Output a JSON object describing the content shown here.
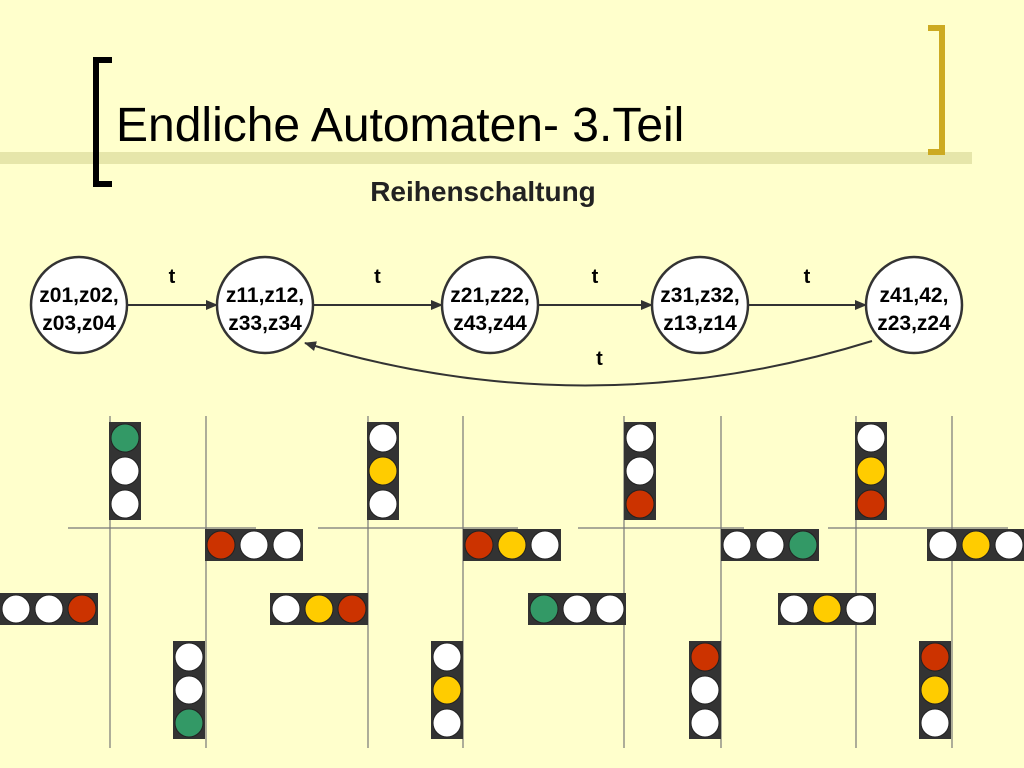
{
  "slide": {
    "title": "Endliche Automaten- 3.Teil",
    "subtitle": "Reihenschaltung"
  },
  "automaton": {
    "states": [
      {
        "id": "s0",
        "line1": "z01,z02,",
        "line2": "z03,z04"
      },
      {
        "id": "s1",
        "line1": "z11,z12,",
        "line2": "z33,z34"
      },
      {
        "id": "s2",
        "line1": "z21,z22,",
        "line2": "z43,z44"
      },
      {
        "id": "s3",
        "line1": "z31,z32,",
        "line2": "z13,z14"
      },
      {
        "id": "s4",
        "line1": "z41,42,",
        "line2": "z23,z24"
      }
    ],
    "transitions": [
      {
        "from": "s0",
        "to": "s1",
        "label": "t"
      },
      {
        "from": "s1",
        "to": "s2",
        "label": "t"
      },
      {
        "from": "s2",
        "to": "s3",
        "label": "t"
      },
      {
        "from": "s3",
        "to": "s4",
        "label": "t"
      },
      {
        "from": "s4",
        "to": "s1",
        "label": "t"
      }
    ]
  },
  "colors": {
    "background": "#ffffcc",
    "bracket_left": "#000000",
    "bracket_right": "#ccaa22",
    "divider": "#e6e6aa",
    "green": "#339966",
    "yellow": "#ffcc00",
    "red": "#cc3300",
    "off": "#ffffff",
    "housing": "#333333"
  },
  "crossings": [
    {
      "top": [
        "green",
        "off",
        "off"
      ],
      "right": [
        "red",
        "off",
        "off"
      ],
      "left": [
        "off",
        "off",
        "red"
      ],
      "bottom": [
        "off",
        "off",
        "green"
      ]
    },
    {
      "top": [
        "off",
        "yellow",
        "off"
      ],
      "right": [
        "red",
        "yellow",
        "off"
      ],
      "left": [
        "off",
        "yellow",
        "red"
      ],
      "bottom": [
        "off",
        "yellow",
        "off"
      ]
    },
    {
      "top": [
        "off",
        "off",
        "red"
      ],
      "right": [
        "off",
        "off",
        "green"
      ],
      "left": [
        "green",
        "off",
        "off"
      ],
      "bottom": [
        "red",
        "off",
        "off"
      ]
    },
    {
      "top": [
        "off",
        "yellow",
        "red"
      ],
      "right": [
        "off",
        "yellow",
        "off"
      ],
      "left": [
        "off",
        "yellow",
        "off"
      ],
      "bottom": [
        "red",
        "yellow",
        "off"
      ]
    }
  ]
}
